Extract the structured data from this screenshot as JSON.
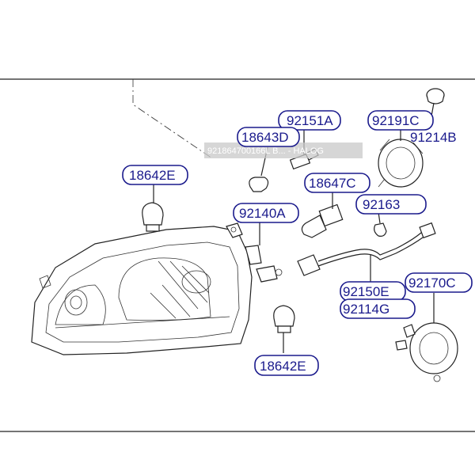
{
  "labels": {
    "p92151A": "92151A",
    "p92191C": "92191C",
    "p18643D": "18643D",
    "p91214B": "91214B",
    "p18642E_top": "18642E",
    "p18647C": "18647C",
    "p92163": "92163",
    "p92140A": "92140A",
    "p92170C": "92170C",
    "p92150E": "92150E",
    "p92114G": "92114G",
    "p18642E_bottom": "18642E"
  },
  "watermark": "921864700166L B... - HALOG",
  "colors": {
    "label": "#1a1a8c",
    "line": "#222222",
    "watermark_bg": "#c8c8c8"
  }
}
